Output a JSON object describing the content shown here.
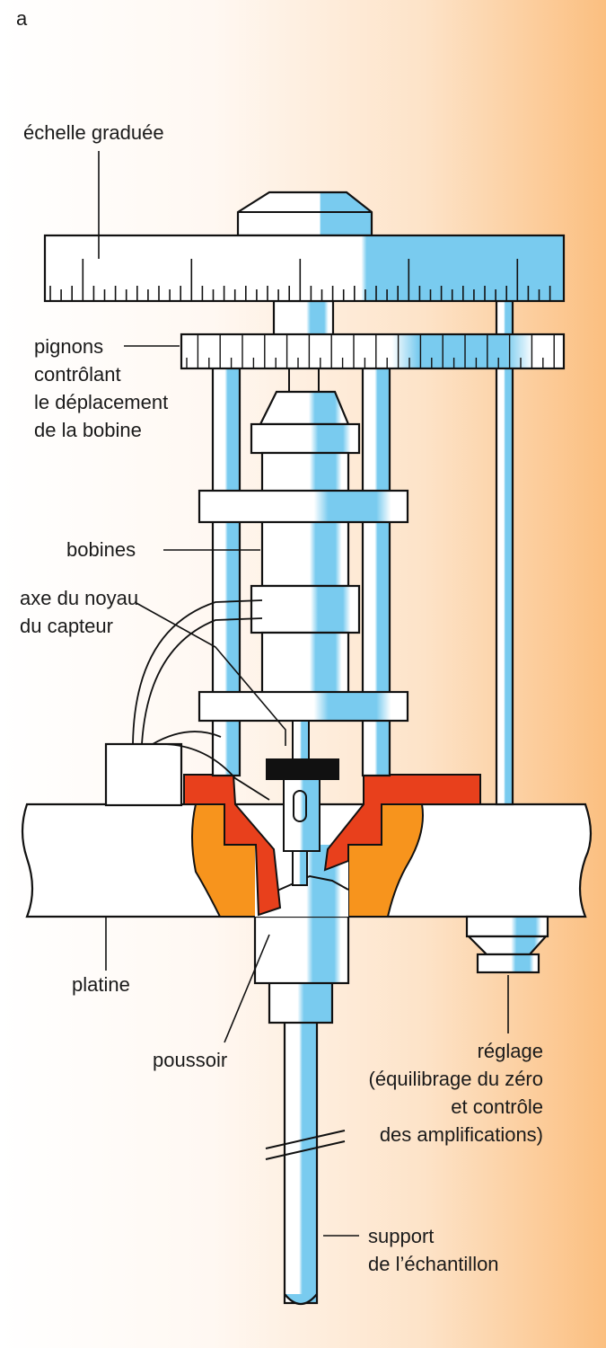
{
  "figure": {
    "panel_letter": "a"
  },
  "labels": {
    "echelle": "échelle graduée",
    "pignons": [
      "pignons",
      "contrôlant",
      "le déplacement",
      "de la bobine"
    ],
    "bobines": "bobines",
    "axe": [
      "axe du noyau",
      "du capteur"
    ],
    "platine": "platine",
    "poussoir": "poussoir",
    "reglage": [
      "réglage",
      "(équilibrage du zéro",
      "et contrôle",
      "des amplifications)"
    ],
    "support": [
      "support",
      "de l’échantillon"
    ]
  },
  "colors": {
    "metal_light": "#ffffff",
    "metal_shade": "#79cbef",
    "seal_red": "#e8401c",
    "insert_orange": "#f7941d",
    "knob_black": "#111111"
  }
}
